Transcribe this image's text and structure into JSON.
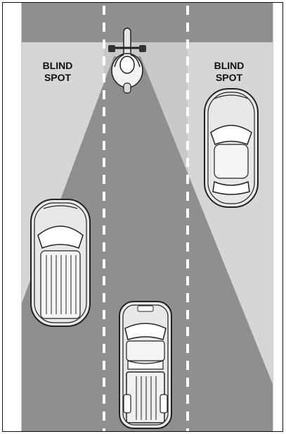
{
  "labels": {
    "left_blind_spot": [
      "BLIND",
      "SPOT"
    ],
    "right_blind_spot": [
      "BLIND",
      "SPOT"
    ]
  },
  "colors": {
    "road": "#bfbfbf",
    "blind_zone": "#d4d4d4",
    "visible_zone": "#8c8c8c",
    "top_band": "#8c8c8c",
    "lane_markings": "#ffffff",
    "vehicle_outline": "#222222",
    "vehicle_body": "#e6e6e6"
  },
  "icons": [
    "motorcycle-icon",
    "car-icon",
    "pickup-truck-icon",
    "suv-icon"
  ]
}
